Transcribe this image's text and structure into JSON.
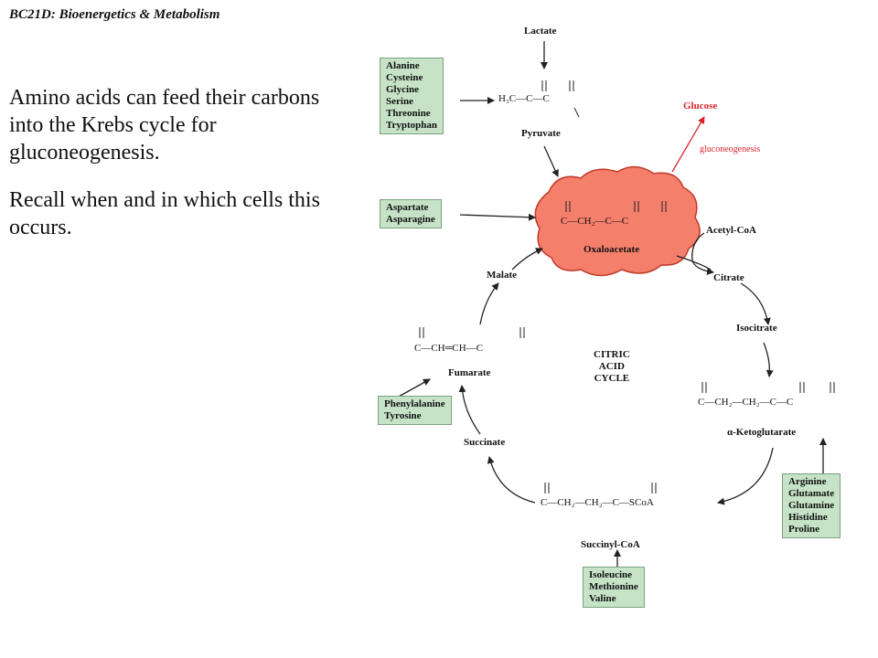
{
  "slide": {
    "header": "BC21D: Bioenergetics & Metabolism",
    "paragraph1": "Amino acids can feed their carbons into the Krebs cycle for gluconeogenesis.",
    "paragraph2": "Recall when and in which cells this occurs."
  },
  "diagram": {
    "boxes": {
      "pyruvate_group": [
        "Alanine",
        "Cysteine",
        "Glycine",
        "Serine",
        "Threonine",
        "Tryptophan"
      ],
      "oxaloacetate_group": [
        "Aspartate",
        "Asparagine"
      ],
      "fumarate_group": [
        "Phenylalanine",
        "Tyrosine"
      ],
      "ketoglutarate_group": [
        "Arginine",
        "Glutamate",
        "Glutamine",
        "Histidine",
        "Proline"
      ],
      "succinyl_group": [
        "Isoleucine",
        "Methionine",
        "Valine"
      ]
    },
    "labels": {
      "lactate": "Lactate",
      "pyruvate": "Pyruvate",
      "glucose": "Glucose",
      "gluconeogenesis": "gluconeogenesis",
      "oxaloacetate": "Oxaloacetate",
      "acetyl_coa": "Acetyl-CoA",
      "citrate": "Citrate",
      "isocitrate": "Isocitrate",
      "ketoglutarate": "α-Ketoglutarate",
      "succinyl_coa": "Succinyl-CoA",
      "succinate": "Succinate",
      "fumarate": "Fumarate",
      "malate": "Malate",
      "cycle": [
        "CITRIC",
        "ACID",
        "CYCLE"
      ]
    },
    "structures": {
      "pyruvate": "H₃C—C—C",
      "oxaloacetate": "C—CH₂—C—C",
      "fumarate": "C—CH═CH—C",
      "ketoglutarate": "C—CH₂—CH₂—C—C",
      "succinyl_coa": "C—CH₂—CH₂—C—SCoA"
    },
    "colors": {
      "box_fill": "#c6e3c8",
      "oxaloacetate_fill": "#f47f6b",
      "glucose_red": "#d8262b"
    }
  }
}
